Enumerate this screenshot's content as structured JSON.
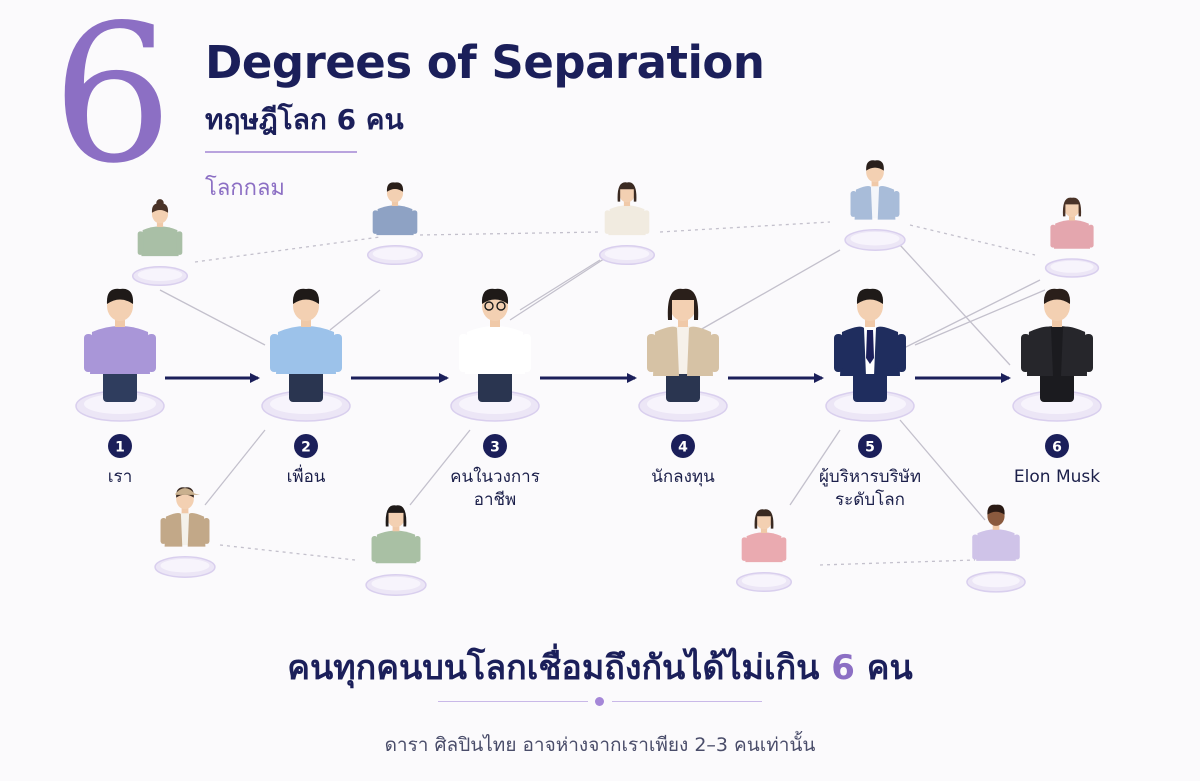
{
  "header": {
    "big_number": "6",
    "title": "Degrees of Separation",
    "subtitle": "ทฤษฎีโลก 6 คน",
    "tagline": "โลกกลม"
  },
  "chain": [
    {
      "step": "1",
      "label_lines": [
        "เรา"
      ]
    },
    {
      "step": "2",
      "label_lines": [
        "เพื่อน"
      ]
    },
    {
      "step": "3",
      "label_lines": [
        "คนในวงการ",
        "อาชีพ"
      ]
    },
    {
      "step": "4",
      "label_lines": [
        "นักลงทุน"
      ]
    },
    {
      "step": "5",
      "label_lines": [
        "ผู้บริหารบริษัท",
        "ระดับโลก"
      ]
    },
    {
      "step": "6",
      "label_lines": [
        "Elon Musk"
      ]
    }
  ],
  "headline": {
    "before": "คนทุกคนบนโลกเชื่อมถึงกันได้ไม่เกิน ",
    "number": "6",
    "after": " คน"
  },
  "footnote": "ดารา ศิลปินไทย อาจห่างจากเราเพียง 2–3 คนเท่านั้น",
  "colors": {
    "accent_purple": "#8c6fc4",
    "navy": "#1b1f5a",
    "platform": "#ece6f6"
  }
}
